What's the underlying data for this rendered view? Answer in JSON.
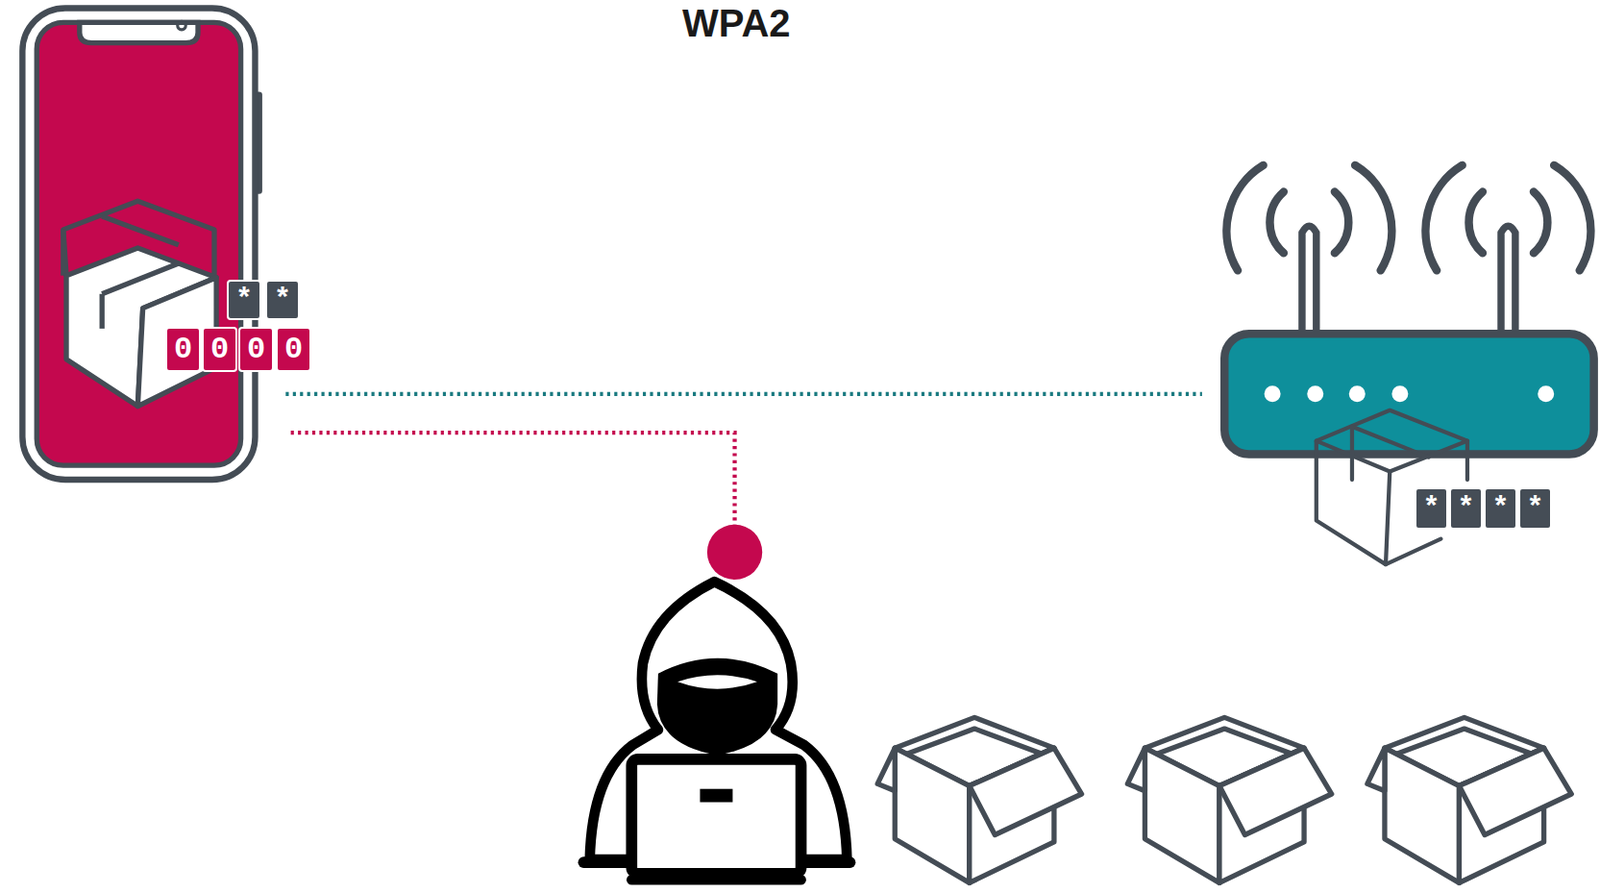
{
  "diagram": {
    "title": "WPA2",
    "nodes": [
      {
        "text": [
          "*"
        ]
      },
      {
        "text": [
          "*"
        ]
      },
      {
        "text": [
          "0"
        ]
      },
      {
        "text": [
          "0"
        ]
      },
      {
        "text": [
          "0"
        ]
      },
      {
        "text": [
          "0"
        ]
      },
      {
        "text": [
          "*"
        ]
      },
      {
        "text": [
          "*"
        ]
      },
      {
        "text": [
          "*"
        ]
      },
      {
        "text": [
          "*"
        ]
      }
    ]
  }
}
